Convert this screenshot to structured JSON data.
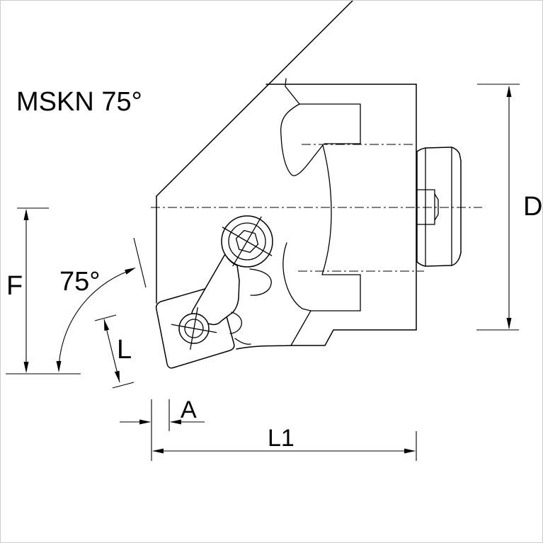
{
  "drawing": {
    "title": "MSKN 75°",
    "angle_label": "75°",
    "dimensions": {
      "d": "D",
      "f": "F",
      "l": "L",
      "a": "A",
      "l1": "L1"
    },
    "colors": {
      "line": "#000000",
      "background": "#ffffff"
    }
  }
}
